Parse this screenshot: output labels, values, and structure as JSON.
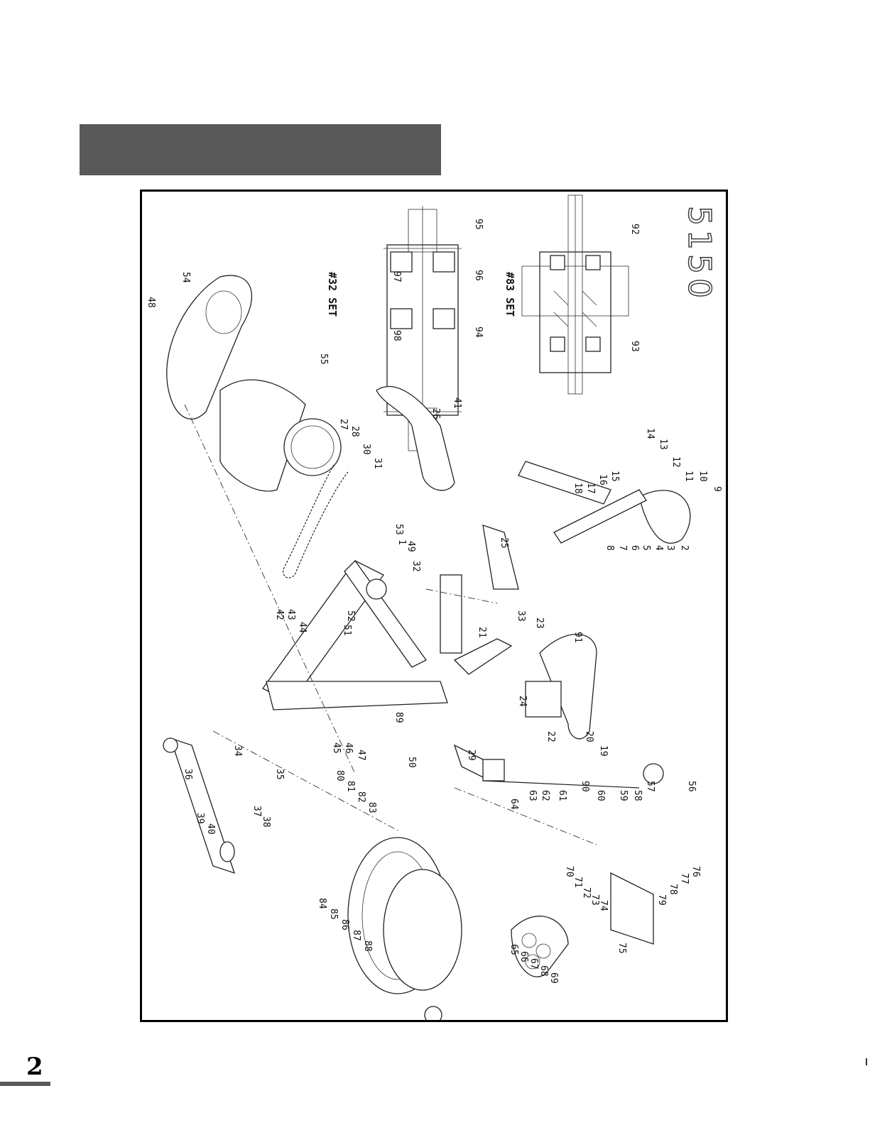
{
  "model_number": "5150",
  "set_labels": {
    "set_32": "#32 SET",
    "set_83": "#83 SET"
  },
  "page": {
    "number": "2"
  },
  "part_labels": [
    "1",
    "2",
    "3",
    "4",
    "5",
    "6",
    "7",
    "8",
    "9",
    "10",
    "11",
    "12",
    "13",
    "14",
    "15",
    "16",
    "17",
    "18",
    "19",
    "20",
    "21",
    "22",
    "23",
    "24",
    "25",
    "26",
    "27",
    "28",
    "29",
    "30",
    "31",
    "32",
    "33",
    "34",
    "35",
    "36",
    "37",
    "38",
    "39",
    "40",
    "41",
    "42",
    "43",
    "44",
    "45",
    "46",
    "47",
    "48",
    "49",
    "50",
    "51",
    "52",
    "53",
    "54",
    "55",
    "56",
    "57",
    "58",
    "59",
    "60",
    "61",
    "62",
    "63",
    "64",
    "65",
    "66",
    "67",
    "68",
    "69",
    "70",
    "71",
    "72",
    "73",
    "74",
    "75",
    "76",
    "77",
    "78",
    "79",
    "80",
    "81",
    "82",
    "83",
    "84",
    "85",
    "86",
    "87",
    "88",
    "89",
    "90",
    "91",
    "92",
    "93",
    "94",
    "95",
    "96",
    "97",
    "98"
  ],
  "colors": {
    "header_bar": "#595959",
    "frame": "#000000",
    "line": "#222222"
  }
}
